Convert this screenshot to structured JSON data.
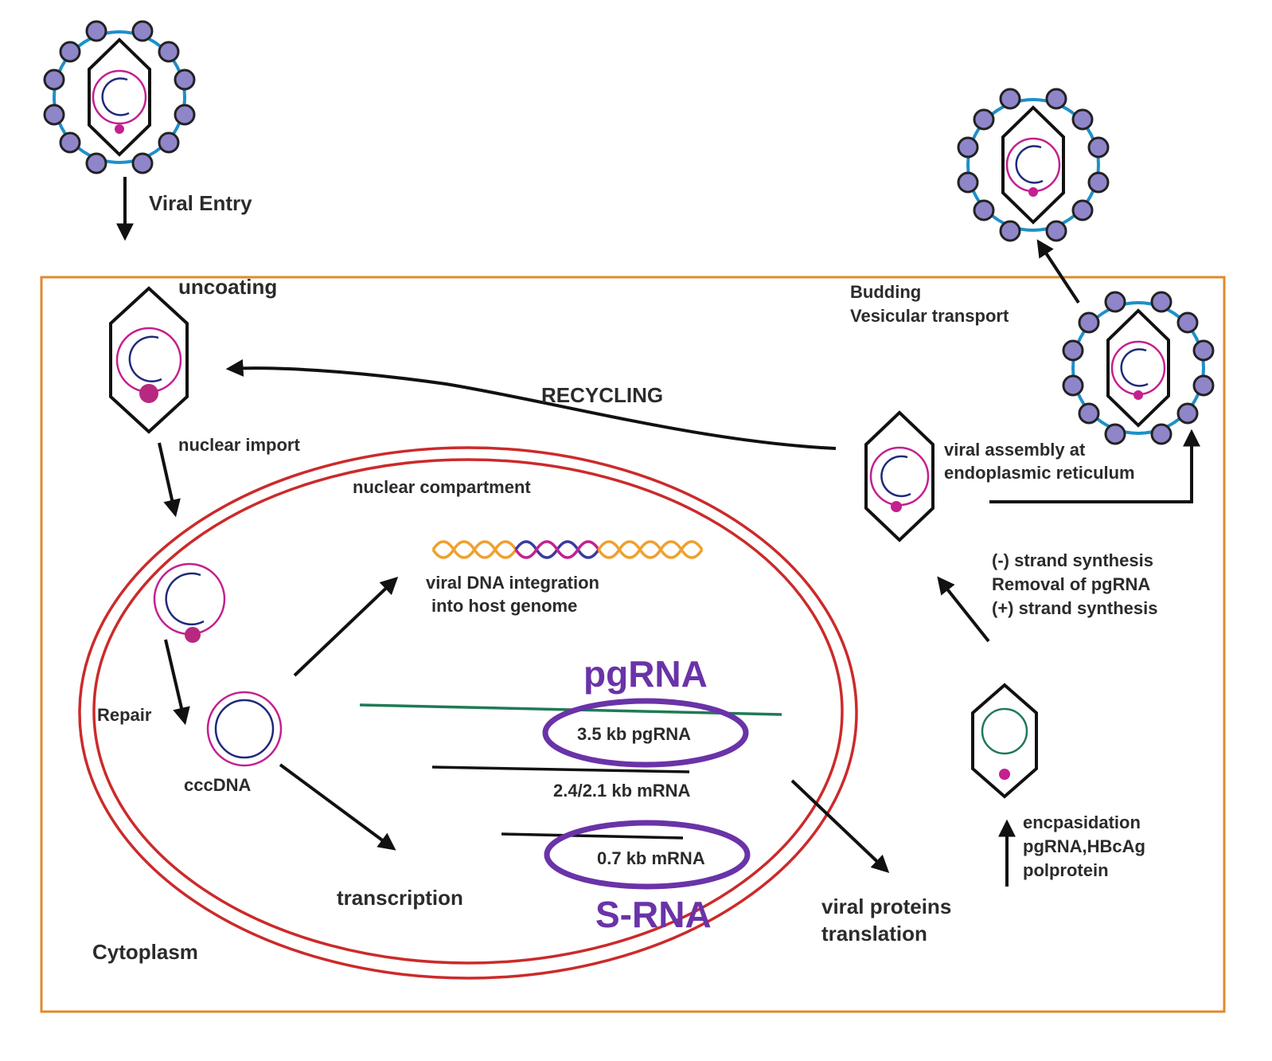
{
  "labels": {
    "viral_entry": "Viral Entry",
    "uncoating": "uncoating",
    "budding": "Budding",
    "vesicular_transport": "Vesicular transport",
    "recycling": "RECYCLING",
    "nuclear_import": "nuclear import",
    "nuclear_compartment": "nuclear compartment",
    "viral_assembly_1": "viral assembly at",
    "viral_assembly_2": "endoplasmic reticulum",
    "integration_1": "viral DNA integration",
    "integration_2": "into host genome",
    "minus_strand": "(-) strand synthesis",
    "removal_pgrna": "Removal of pgRNA",
    "plus_strand": "(+) strand synthesis",
    "pgrna_title": "pgRNA",
    "repair": "Repair",
    "rna_35": "3.5 kb pgRNA",
    "cccdna": "cccDNA",
    "rna_24": "2.4/2.1 kb mRNA",
    "encapsidation_1": "encpasidation",
    "encapsidation_2": "pgRNA,HBcAg",
    "encapsidation_3": "polprotein",
    "rna_07": "0.7 kb mRNA",
    "transcription": "transcription",
    "srna_title": "S-RNA",
    "viral_proteins_1": "viral proteins",
    "viral_proteins_2": "translation",
    "cytoplasm": "Cytoplasm"
  },
  "colors": {
    "cell_border": "#e08a2c",
    "nucleus": "#cc2a2a",
    "envelope": "#1e90c8",
    "surface_protein": "#8f85c9",
    "rna_magenta": "#c4208f",
    "dna_blue": "#1f2a7a",
    "pgrna_green": "#1f7a55",
    "highlight_purple": "#6a33a8",
    "dna_orange": "#f0a030"
  }
}
